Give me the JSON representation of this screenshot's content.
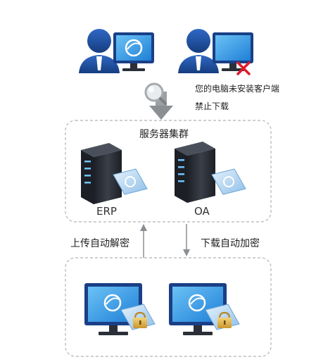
{
  "top": {
    "note_line1": "您的电脑未安装客户端",
    "note_line2": "禁止下载"
  },
  "server_group": {
    "title": "服务器集群",
    "servers": [
      {
        "label": "ERP"
      },
      {
        "label": "OA"
      }
    ]
  },
  "flows": {
    "upload": "上传自动解密",
    "download": "下载自动加密"
  },
  "colors": {
    "person": "#1f4e9c",
    "monitor_frame": "#1a3f86",
    "screen": "#3aa0e8",
    "server_body": "#2a2e36",
    "server_light": "#6fc3ff",
    "document": "#bcd9f3",
    "blocked": "#e0192a",
    "dashed_border": "#bfbfbf",
    "arrow": "#8a8f93"
  },
  "icons": [
    "user-icon",
    "monitor-icon",
    "blocked-x-icon",
    "magnifier-icon",
    "server-icon",
    "encrypted-document-icon",
    "lock-icon"
  ]
}
